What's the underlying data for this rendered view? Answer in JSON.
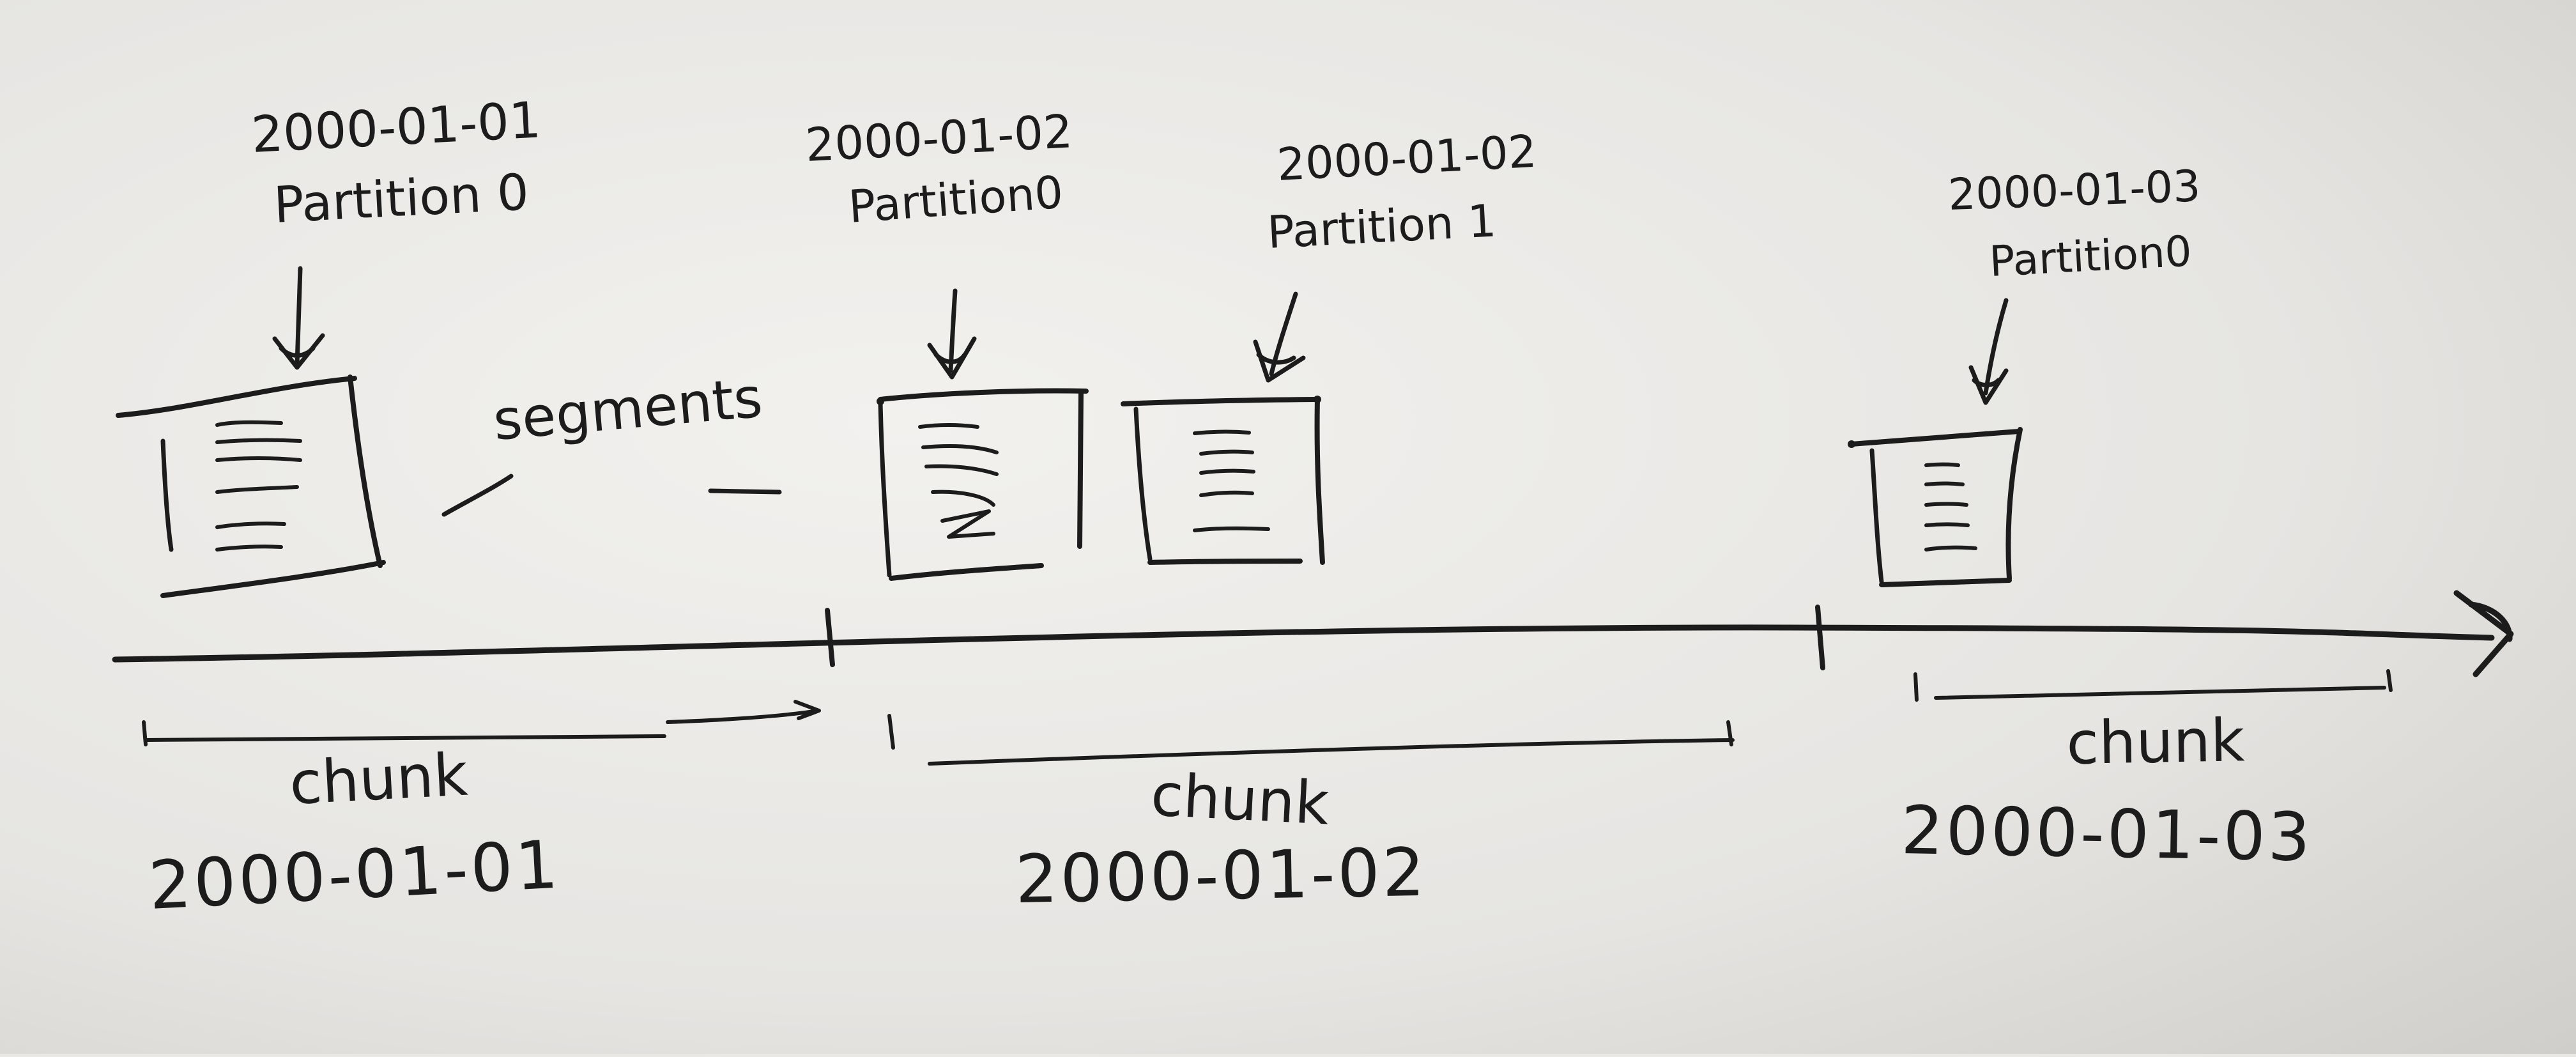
{
  "colors": {
    "paper": "#e9e8e5",
    "paper_shadow": "#d2d0cc",
    "ink": "#1c1c1c",
    "ink_light": "#3a3a3a"
  },
  "segments": [
    {
      "date": "2000-01-01",
      "partition": "Partition 0"
    },
    {
      "date": "2000-01-02",
      "partition": "Partition0"
    },
    {
      "date": "2000-01-02",
      "partition": "Partition 1"
    },
    {
      "date": "2000-01-03",
      "partition": "Partition0"
    }
  ],
  "segments_label": "segments",
  "chunks": [
    {
      "word": "chunk",
      "date": "2000-01-01"
    },
    {
      "word": "chunk",
      "date": "2000-01-02"
    },
    {
      "word": "chunk",
      "date": "2000-01-03"
    }
  ],
  "icons": {
    "timeline_arrow": "arrow-right-icon",
    "segment": "document-icon",
    "pointer": "arrow-down-icon"
  }
}
